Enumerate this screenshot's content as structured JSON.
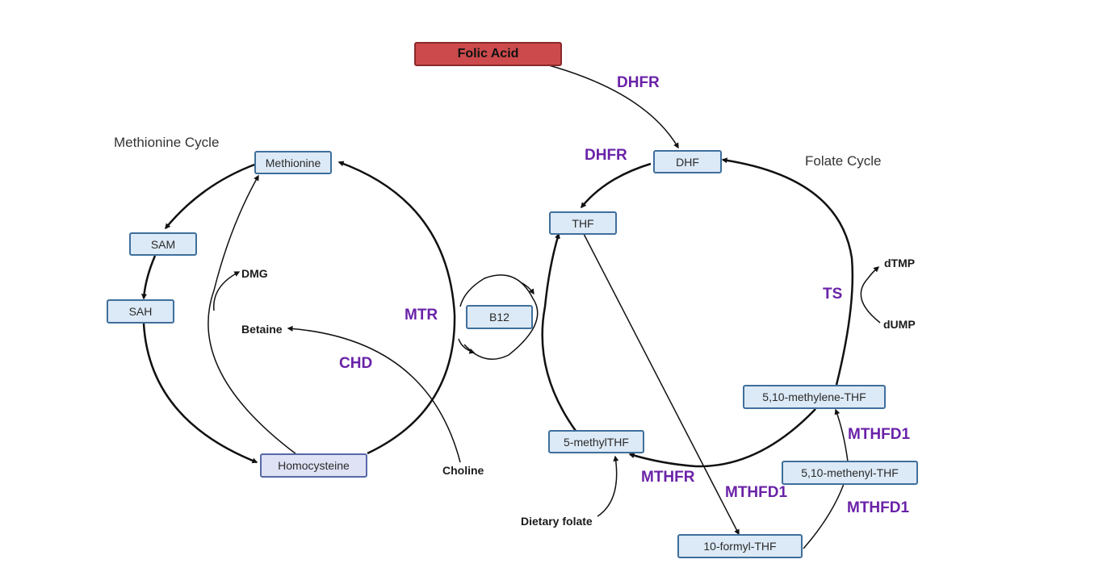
{
  "titles": {
    "methionine_cycle": "Methionine Cycle",
    "folate_cycle": "Folate Cycle"
  },
  "nodes": {
    "folic_acid": "Folic Acid",
    "methionine": "Methionine",
    "sam": "SAM",
    "sah": "SAH",
    "homocysteine": "Homocysteine",
    "b12": "B12",
    "dhf": "DHF",
    "thf": "THF",
    "methyl_thf": "5-methylTHF",
    "methylene_thf": "5,10-methylene-THF",
    "methenyl_thf": "5,10-methenyl-THF",
    "formyl_thf": "10-formyl-THF"
  },
  "molecules": {
    "dmg": "DMG",
    "betaine": "Betaine",
    "choline": "Choline",
    "dtmp": "dTMP",
    "dump": "dUMP",
    "dietary_folate": "Dietary folate"
  },
  "enzymes": {
    "dhfr_top": "DHFR",
    "dhfr_left": "DHFR",
    "mtr": "MTR",
    "chd": "CHD",
    "ts": "TS",
    "mthfr": "MTHFR",
    "mthfd1_a": "MTHFD1",
    "mthfd1_b": "MTHFD1",
    "mthfd1_c": "MTHFD1"
  },
  "colors": {
    "enzyme": "#6a22a8",
    "node_fill": "#dce9f6",
    "node_border": "#3f6f9c",
    "folic_fill": "#cc4a4c",
    "arrow": "#111111"
  }
}
